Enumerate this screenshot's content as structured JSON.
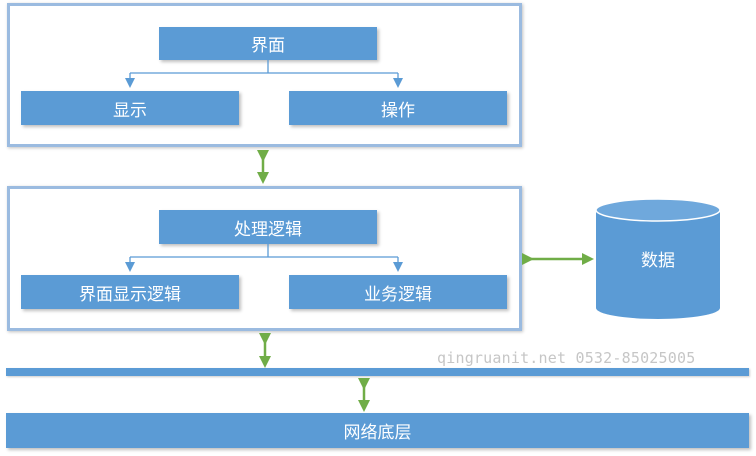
{
  "presentation_layer": {
    "interface": "界面",
    "display": "显示",
    "operation": "操作"
  },
  "logic_layer": {
    "processing_logic": "处理逻辑",
    "ui_display_logic": "界面显示逻辑",
    "business_logic": "业务逻辑"
  },
  "database": {
    "label": "数据"
  },
  "network": {
    "label": "网络底层"
  },
  "watermark": "qingruanit.net 0532-85025005",
  "colors": {
    "box_fill": "#5b9bd5",
    "panel_border": "#9bbbe0",
    "arrow_green": "#70ad47",
    "connector_blue": "#5b9bd5"
  }
}
